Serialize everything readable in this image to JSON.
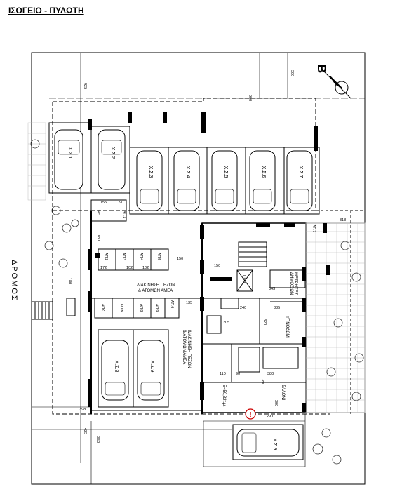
{
  "title": "ΙΣΟΓΕΙΟ - ΠΥΛΩΤΗ",
  "north_label": "B",
  "road_label": "ΔΡΟΜΟΣ",
  "parking": {
    "top_row": [
      "Χ.Σ.1",
      "Χ.Σ.2",
      "Χ.Σ.3",
      "Χ.Σ.4",
      "Χ.Σ.5",
      "Χ.Σ.6",
      "Χ.Σ.7"
    ],
    "middle": [
      "Χ.Σ.8",
      "Χ.Σ.9"
    ],
    "bottom": "Χ.Σ.9"
  },
  "rooms": {
    "walkway1": "ΔΙΑΚΙΝΗΣΗ ΠΕΖΩΝ",
    "walkway1_b": "& ΑΤΟΜΩΝ ΑΜΕΑ",
    "walkway2": "ΔΙΑΚΙΝΗΣΗ ΠΕΖΩΝ",
    "walkway2_b": "& ΑΤΟΜΩΝ ΑΜΕΑ",
    "lift": "LIFT",
    "bedroom": "ΥΠΝΟΔΩΜ.",
    "living": "ΣΑΛΟΝΙ",
    "meters": "ΜΕΤΡΗΤΕΣ",
    "meters_b": "ΔΗΜΟΣΙΩΝ",
    "area": "E=50,32τ.μ.",
    "storages": [
      "ΑΠ.1",
      "ΑΠ.2",
      "ΑΠ.3",
      "ΑΠ.4",
      "ΑΠ.5",
      "ΑΠ.6",
      "ΑΠ.7"
    ],
    "small_rooms": [
      "ΑΠΚ",
      "ΚΟΙΝ.",
      "ΑΠ.8",
      "ΑΠ.9"
    ]
  },
  "dimensions": [
    "425",
    "300",
    "900",
    "318",
    "155",
    "90",
    "145",
    "172",
    "102",
    "102",
    "150",
    "180",
    "150",
    "345",
    "135",
    "240",
    "320",
    "335",
    "110",
    "90",
    "380",
    "390",
    "205",
    "300",
    "425",
    "350",
    "398",
    "290",
    "180"
  ],
  "warning_symbol": "!"
}
